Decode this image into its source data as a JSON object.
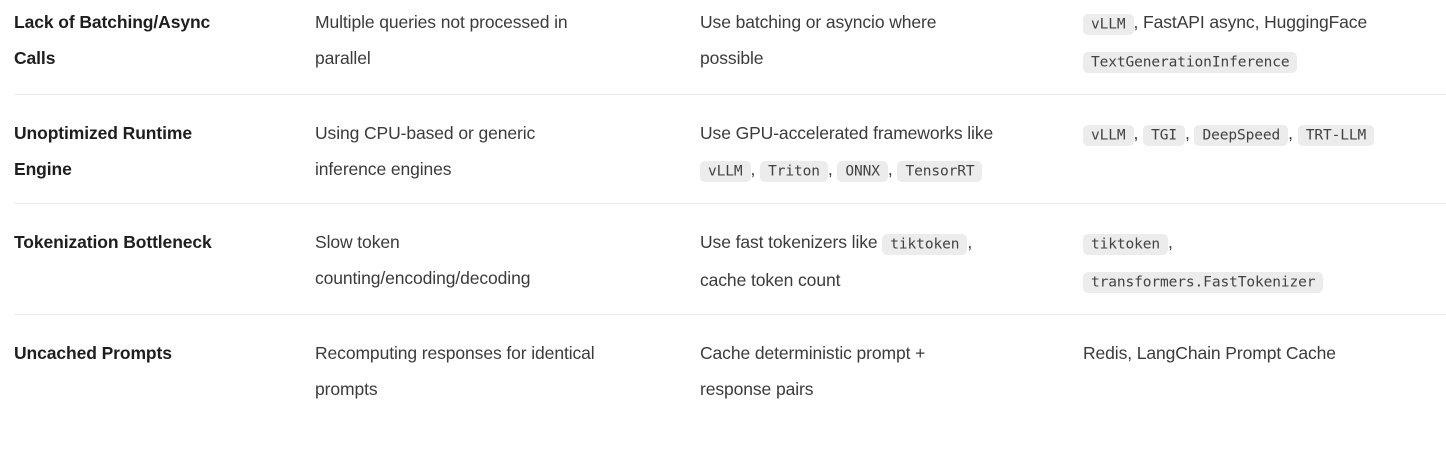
{
  "colors": {
    "chip_background": "#ececec",
    "divider": "#e9e9e9",
    "heading_text": "#1e1e1e",
    "body_text": "#3b3b3b"
  },
  "table": {
    "column_keys": [
      "bottleneck",
      "cause",
      "solution",
      "tools"
    ],
    "rows": [
      {
        "bottleneck": "Lack of Batching/Async Calls",
        "cause": [
          {
            "type": "text",
            "value": "Multiple queries not processed in parallel"
          }
        ],
        "solution": [
          {
            "type": "text",
            "value": "Use batching or asyncio where possible"
          }
        ],
        "tools": [
          {
            "type": "code",
            "value": "vLLM"
          },
          {
            "type": "text",
            "value": ", FastAPI async, HuggingFace "
          },
          {
            "type": "code",
            "value": "TextGenerationInference"
          }
        ]
      },
      {
        "bottleneck": "Unoptimized Runtime Engine",
        "cause": [
          {
            "type": "text",
            "value": "Using CPU-based or generic inference engines"
          }
        ],
        "solution": [
          {
            "type": "text",
            "value": "Use GPU-accelerated frameworks like "
          },
          {
            "type": "code",
            "value": "vLLM"
          },
          {
            "type": "text",
            "value": ", "
          },
          {
            "type": "code",
            "value": "Triton"
          },
          {
            "type": "text",
            "value": ", "
          },
          {
            "type": "code",
            "value": "ONNX"
          },
          {
            "type": "text",
            "value": ", "
          },
          {
            "type": "code",
            "value": "TensorRT"
          }
        ],
        "tools": [
          {
            "type": "code",
            "value": "vLLM"
          },
          {
            "type": "text",
            "value": ", "
          },
          {
            "type": "code",
            "value": "TGI"
          },
          {
            "type": "text",
            "value": ", "
          },
          {
            "type": "code",
            "value": "DeepSpeed"
          },
          {
            "type": "text",
            "value": ", "
          },
          {
            "type": "code",
            "value": "TRT-LLM"
          }
        ]
      },
      {
        "bottleneck": "Tokenization Bottleneck",
        "cause": [
          {
            "type": "text",
            "value": "Slow token counting/encoding/decoding"
          }
        ],
        "solution": [
          {
            "type": "text",
            "value": "Use fast tokenizers like "
          },
          {
            "type": "code",
            "value": "tiktoken"
          },
          {
            "type": "text",
            "value": ", cache token count"
          }
        ],
        "tools": [
          {
            "type": "code",
            "value": "tiktoken"
          },
          {
            "type": "text",
            "value": ", "
          },
          {
            "type": "code",
            "value": "transformers.FastTokenizer"
          }
        ]
      },
      {
        "bottleneck": "Uncached Prompts",
        "cause": [
          {
            "type": "text",
            "value": "Recomputing responses for identical prompts"
          }
        ],
        "solution": [
          {
            "type": "text",
            "value": "Cache deterministic prompt + response pairs"
          }
        ],
        "tools": [
          {
            "type": "text",
            "value": "Redis, LangChain Prompt Cache"
          }
        ]
      }
    ]
  }
}
